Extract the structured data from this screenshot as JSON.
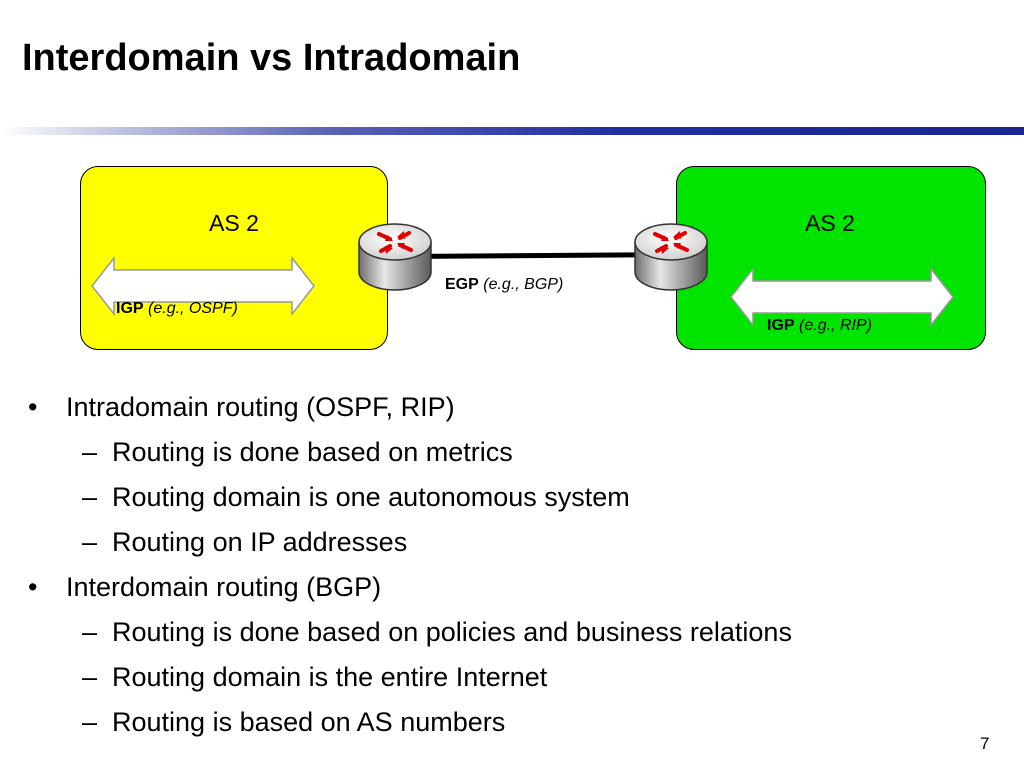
{
  "slide": {
    "title": "Interdomain vs Intradomain",
    "page_number": "7"
  },
  "diagram": {
    "as_left": {
      "label": "AS 2",
      "color": "#ffff00"
    },
    "as_right": {
      "label": "AS 2",
      "color": "#00e400"
    },
    "igp_left": {
      "name": "IGP",
      "example": "(e.g., OSPF)"
    },
    "egp": {
      "name": "EGP",
      "example": "(e.g., BGP)"
    },
    "igp_right": {
      "name": "IGP",
      "example": "(e.g., RIP)"
    },
    "router_icon": "router-icon",
    "accent": "#1a2590"
  },
  "bullets": [
    {
      "text": "Intradomain routing (OSPF, RIP)",
      "sub": [
        "Routing is done based on metrics",
        "Routing domain is one autonomous system",
        "Routing on IP addresses"
      ]
    },
    {
      "text": "Interdomain routing (BGP)",
      "sub": [
        "Routing is done based on policies and business relations",
        "Routing domain is the entire Internet",
        "Routing is based on AS numbers"
      ]
    }
  ],
  "markers": {
    "bullet": "•",
    "dash": "–"
  }
}
